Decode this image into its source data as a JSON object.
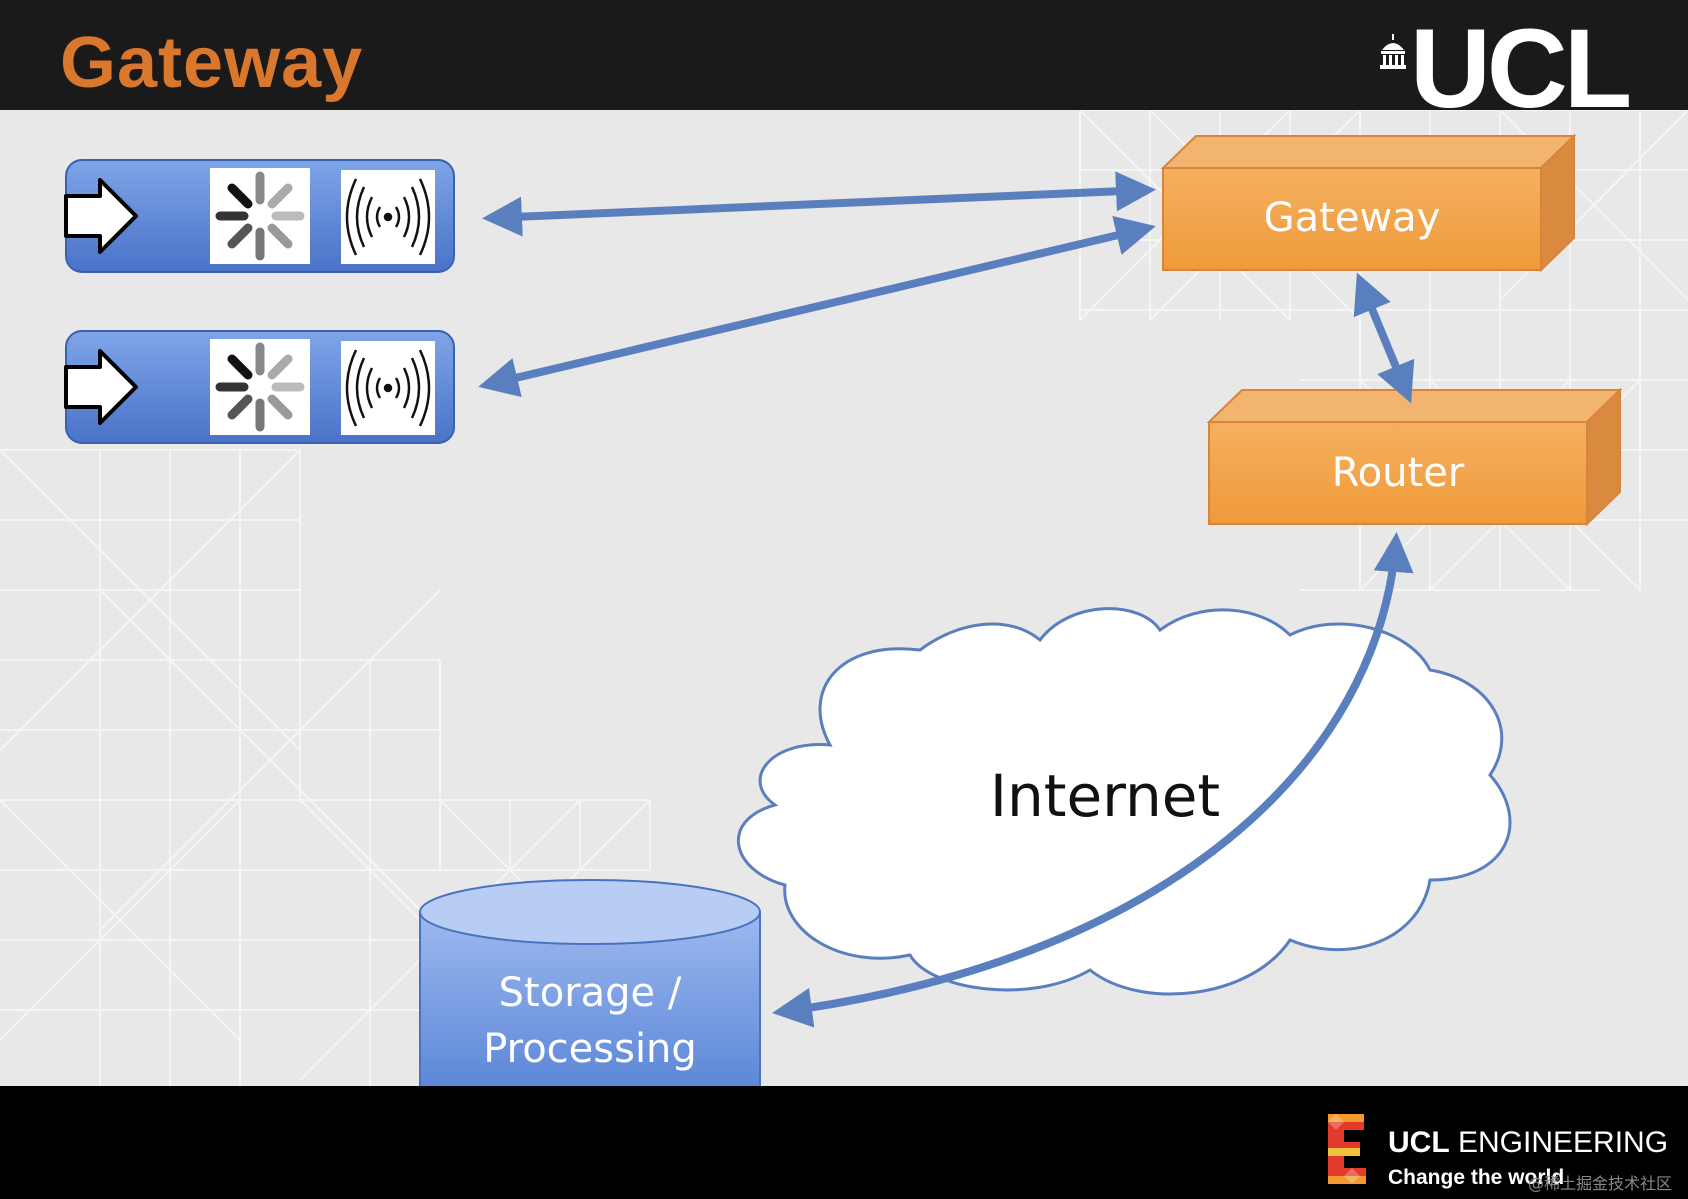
{
  "slide": {
    "title": "Gateway"
  },
  "brand": {
    "logo_text": "UCL",
    "engineering_bold": "UCL",
    "engineering_text": "ENGINEERING",
    "tagline": "Change the world",
    "watermark": "@稀土掘金技术社区"
  },
  "diagram": {
    "nodes": {
      "gateway": "Gateway",
      "router": "Router",
      "internet": "Internet",
      "storage_line1": "Storage /",
      "storage_line2": "Processing"
    },
    "devices": [
      {
        "icons": [
          "arrow-right-icon",
          "spinner-icon",
          "wireless-signal-icon"
        ]
      },
      {
        "icons": [
          "arrow-right-icon",
          "spinner-icon",
          "wireless-signal-icon"
        ]
      }
    ]
  },
  "colors": {
    "title": "#d9772d",
    "box_orange": "#f0a045",
    "device_blue": "#5b86d6",
    "arrow_blue": "#5a7fbf",
    "header": "#1a1a1a",
    "footer": "#000000"
  }
}
